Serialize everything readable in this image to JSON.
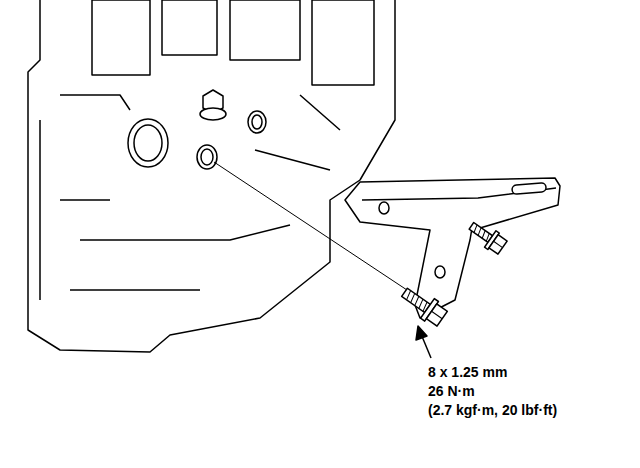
{
  "diagram": {
    "labels": [
      "8 x 1.25 mm",
      "26 N·m",
      "(2.7 kgf·m, 20 lbf·ft)"
    ]
  }
}
